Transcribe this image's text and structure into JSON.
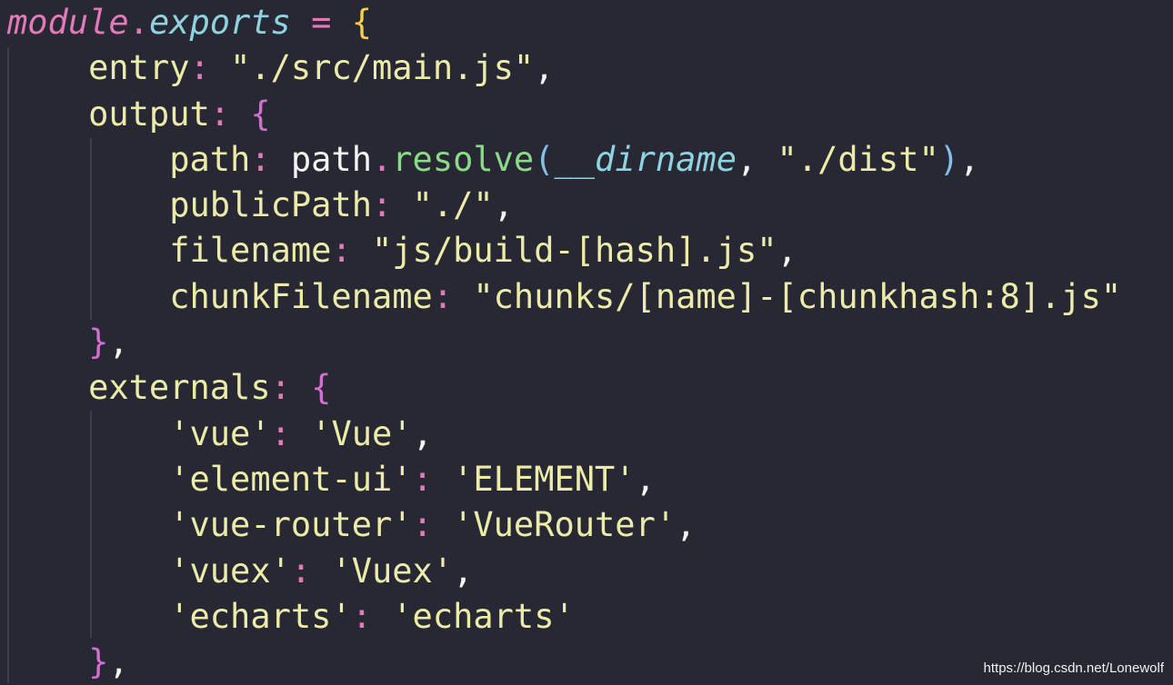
{
  "code_lines": [
    [
      [
        "mod",
        "module"
      ],
      [
        "p",
        "."
      ],
      [
        "prop",
        "exports"
      ],
      [
        "w",
        " "
      ],
      [
        "p",
        "="
      ],
      [
        "w",
        " "
      ],
      [
        "y",
        "{"
      ]
    ],
    [
      [
        "w",
        "    "
      ],
      [
        "k",
        "entry"
      ],
      [
        "p",
        ":"
      ],
      [
        "w",
        " "
      ],
      [
        "s",
        "\"./src/main.js\""
      ],
      [
        "w",
        ","
      ]
    ],
    [
      [
        "w",
        "    "
      ],
      [
        "k",
        "output"
      ],
      [
        "p",
        ":"
      ],
      [
        "w",
        " "
      ],
      [
        "m",
        "{"
      ]
    ],
    [
      [
        "w",
        "        "
      ],
      [
        "k",
        "path"
      ],
      [
        "p",
        ":"
      ],
      [
        "w",
        " path"
      ],
      [
        "p",
        "."
      ],
      [
        "g",
        "resolve"
      ],
      [
        "b",
        "("
      ],
      [
        "i",
        "__dirname"
      ],
      [
        "w",
        ", "
      ],
      [
        "s",
        "\"./dist\""
      ],
      [
        "b",
        ")"
      ],
      [
        "w",
        ","
      ]
    ],
    [
      [
        "w",
        "        "
      ],
      [
        "k",
        "publicPath"
      ],
      [
        "p",
        ":"
      ],
      [
        "w",
        " "
      ],
      [
        "s",
        "\"./\""
      ],
      [
        "w",
        ","
      ]
    ],
    [
      [
        "w",
        "        "
      ],
      [
        "k",
        "filename"
      ],
      [
        "p",
        ":"
      ],
      [
        "w",
        " "
      ],
      [
        "s",
        "\"js/build-[hash].js\""
      ],
      [
        "w",
        ","
      ]
    ],
    [
      [
        "w",
        "        "
      ],
      [
        "k",
        "chunkFilename"
      ],
      [
        "p",
        ":"
      ],
      [
        "w",
        " "
      ],
      [
        "s",
        "\"chunks/[name]-[chunkhash:8].js\""
      ]
    ],
    [
      [
        "w",
        "    "
      ],
      [
        "m",
        "}"
      ],
      [
        "w",
        ","
      ]
    ],
    [
      [
        "w",
        "    "
      ],
      [
        "k",
        "externals"
      ],
      [
        "p",
        ":"
      ],
      [
        "w",
        " "
      ],
      [
        "m",
        "{"
      ]
    ],
    [
      [
        "w",
        "        "
      ],
      [
        "s",
        "'vue'"
      ],
      [
        "p",
        ":"
      ],
      [
        "w",
        " "
      ],
      [
        "s",
        "'Vue'"
      ],
      [
        "w",
        ","
      ]
    ],
    [
      [
        "w",
        "        "
      ],
      [
        "s",
        "'element-ui'"
      ],
      [
        "p",
        ":"
      ],
      [
        "w",
        " "
      ],
      [
        "s",
        "'ELEMENT'"
      ],
      [
        "w",
        ","
      ]
    ],
    [
      [
        "w",
        "        "
      ],
      [
        "s",
        "'vue-router'"
      ],
      [
        "p",
        ":"
      ],
      [
        "w",
        " "
      ],
      [
        "s",
        "'VueRouter'"
      ],
      [
        "w",
        ","
      ]
    ],
    [
      [
        "w",
        "        "
      ],
      [
        "s",
        "'vuex'"
      ],
      [
        "p",
        ":"
      ],
      [
        "w",
        " "
      ],
      [
        "s",
        "'Vuex'"
      ],
      [
        "w",
        ","
      ]
    ],
    [
      [
        "w",
        "        "
      ],
      [
        "s",
        "'echarts'"
      ],
      [
        "p",
        ":"
      ],
      [
        "w",
        " "
      ],
      [
        "s",
        "'echarts'"
      ]
    ],
    [
      [
        "w",
        "    "
      ],
      [
        "m",
        "}"
      ],
      [
        "w",
        ","
      ]
    ]
  ],
  "watermark": "https://blog.csdn.net/Lonewolf"
}
